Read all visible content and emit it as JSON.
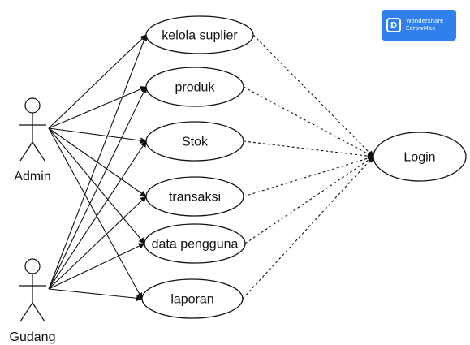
{
  "actors": [
    {
      "id": "admin",
      "label": "Admin"
    },
    {
      "id": "gudang",
      "label": "Gudang"
    }
  ],
  "use_cases": [
    {
      "id": "kelola-suplier",
      "label": "kelola suplier"
    },
    {
      "id": "produk",
      "label": "produk"
    },
    {
      "id": "stok",
      "label": "Stok"
    },
    {
      "id": "transaksi",
      "label": "transaksi"
    },
    {
      "id": "data-pengguna",
      "label": "data pengguna"
    },
    {
      "id": "laporan",
      "label": "laporan"
    },
    {
      "id": "login",
      "label": "Login"
    }
  ],
  "associations": [
    {
      "from": "admin",
      "to": "kelola-suplier"
    },
    {
      "from": "admin",
      "to": "produk"
    },
    {
      "from": "admin",
      "to": "stok"
    },
    {
      "from": "admin",
      "to": "transaksi"
    },
    {
      "from": "admin",
      "to": "data-pengguna"
    },
    {
      "from": "admin",
      "to": "laporan"
    },
    {
      "from": "gudang",
      "to": "kelola-suplier"
    },
    {
      "from": "gudang",
      "to": "produk"
    },
    {
      "from": "gudang",
      "to": "stok"
    },
    {
      "from": "gudang",
      "to": "transaksi"
    },
    {
      "from": "gudang",
      "to": "data-pengguna"
    },
    {
      "from": "gudang",
      "to": "laporan"
    }
  ],
  "dependencies": [
    {
      "from": "kelola-suplier",
      "to": "login"
    },
    {
      "from": "produk",
      "to": "login"
    },
    {
      "from": "stok",
      "to": "login"
    },
    {
      "from": "transaksi",
      "to": "login"
    },
    {
      "from": "data-pengguna",
      "to": "login"
    },
    {
      "from": "laporan",
      "to": "login"
    }
  ],
  "watermark": {
    "line1": "Wondershare",
    "line2": "EdrawMax",
    "color": "#2f80ed"
  }
}
